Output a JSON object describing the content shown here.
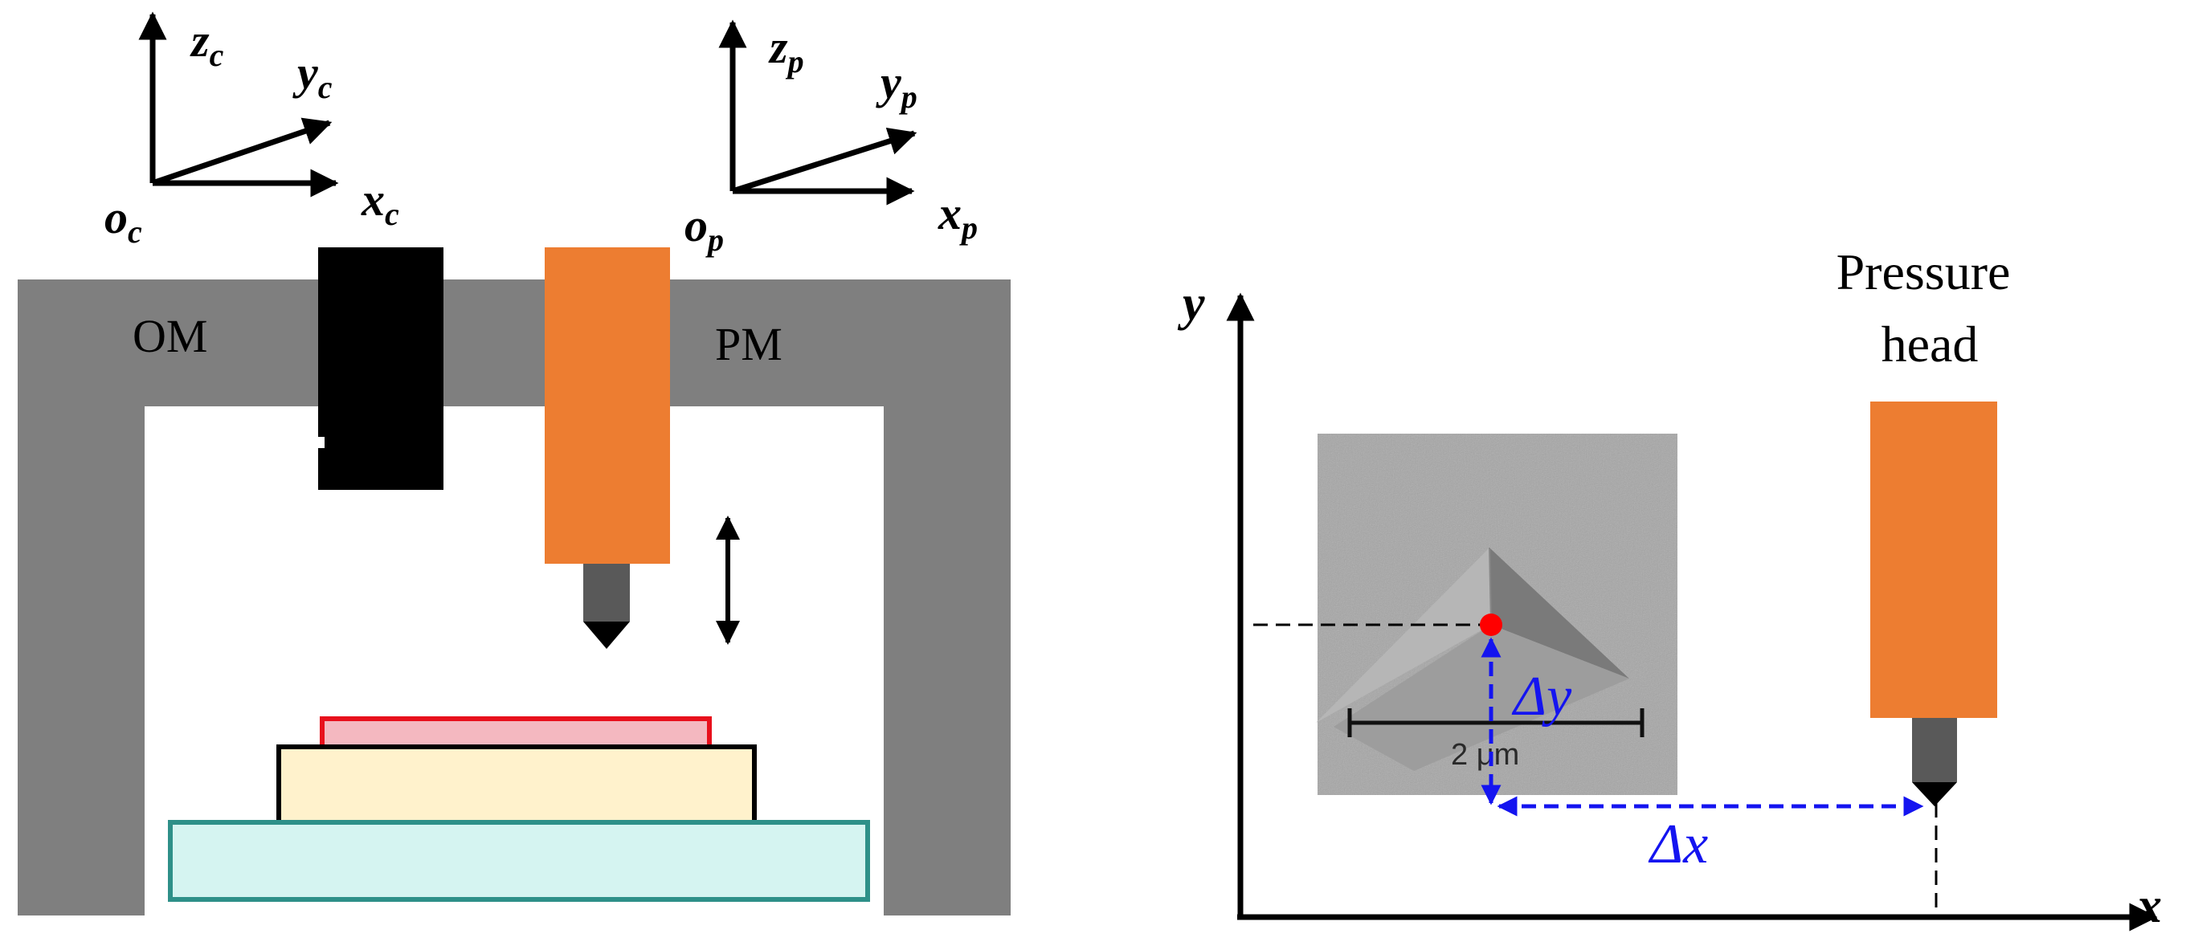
{
  "left_diagram": {
    "camera_axes": {
      "z": "z",
      "z_sub": "c",
      "y": "y",
      "y_sub": "c",
      "x": "x",
      "x_sub": "c",
      "origin": "o",
      "origin_sub": "c"
    },
    "probe_axes": {
      "z": "z",
      "z_sub": "p",
      "y": "y",
      "y_sub": "p",
      "x": "x",
      "x_sub": "p",
      "origin": "o",
      "origin_sub": "p"
    },
    "labels": {
      "om": "OM",
      "pm": "PM"
    }
  },
  "right_diagram": {
    "axis_x": "x",
    "axis_y": "y",
    "pressure_head": [
      "Pressure",
      "head"
    ],
    "delta_x": "Δx",
    "delta_y": "Δy",
    "scale_bar": "2 μm"
  },
  "colors": {
    "frame_gray": "#7f7f7f",
    "probe_orange": "#ed7d31",
    "tip_gray": "#595959",
    "sample_pink": "#f4b8c0",
    "sample_border_red": "#e8101c",
    "substrate_cream": "#fff2cc",
    "stage_cyan": "#d5f4f1",
    "stage_border_teal": "#2e9089",
    "measure_blue": "#1414f0",
    "mark_red": "#ff0000",
    "sem_gray": "#a6a6a6"
  }
}
